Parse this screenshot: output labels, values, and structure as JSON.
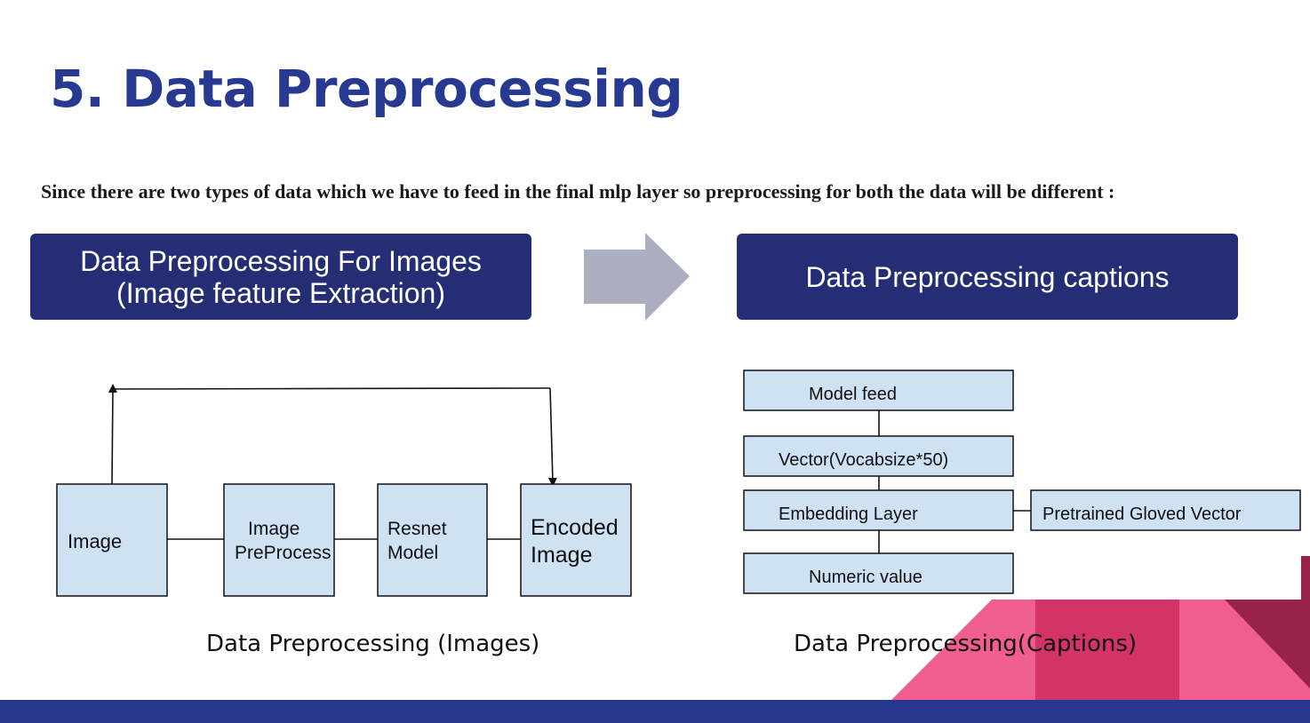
{
  "slide": {
    "title": "5. Data Preprocessing",
    "subtitle": "Since there are two types of data which we have to feed in the final mlp layer so preprocessing for both the data will be different :"
  },
  "banners": {
    "left": {
      "line1": "Data Preprocessing For Images",
      "line2": "(Image feature Extraction)"
    },
    "right": {
      "line1": "Data Preprocessing captions"
    }
  },
  "image_pipeline": {
    "nodes": [
      {
        "id": "image",
        "lines": [
          "Image"
        ]
      },
      {
        "id": "image-preprocess",
        "lines": [
          "Image",
          "PreProcess"
        ]
      },
      {
        "id": "resnet-model",
        "lines": [
          "Resnet",
          "Model"
        ]
      },
      {
        "id": "encoded-image",
        "lines": [
          "Encoded",
          "Image"
        ]
      }
    ],
    "caption": "Data Preprocessing (Images)"
  },
  "caption_pipeline": {
    "nodes": [
      {
        "id": "model-feed",
        "label": "Model feed"
      },
      {
        "id": "vector",
        "label": "Vector(Vocabsize*50)"
      },
      {
        "id": "embedding-layer",
        "label": "Embedding Layer"
      },
      {
        "id": "numeric-value",
        "label": "Numeric value"
      }
    ],
    "side_node": {
      "id": "pretrained-gloved-vector",
      "label": "Pretrained Gloved Vector"
    },
    "caption": "Data Preprocessing(Captions)"
  },
  "colors": {
    "title": "#273990",
    "banner": "#252e74",
    "node_fill": "#cfe2f3",
    "arrow": "#abafc0",
    "accent_pink": "#ef5e8e",
    "accent_crimson": "#d33468",
    "accent_maroon": "#99224b",
    "bottom_bar": "#26378c"
  }
}
